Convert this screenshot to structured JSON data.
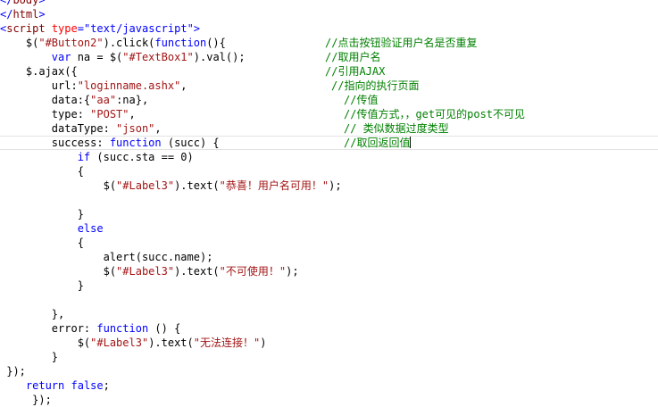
{
  "editor": {
    "lines": {
      "l0": {
        "p1": "</",
        "p2": "body",
        "p3": ">"
      },
      "l1": {
        "p1": "</",
        "p2": "html",
        "p3": ">"
      },
      "l2": {
        "p1": "<",
        "p2": "script",
        "p3": " ",
        "p4": "type",
        "p5": "=",
        "p6": "\"text/javascript\"",
        "p7": ">"
      },
      "l3": {
        "code1": "    $(",
        "str1": "\"#Button2\"",
        "code2": ").click(",
        "kw1": "function",
        "code3": "(){",
        "comment": "//点击按钮验证用户名是否重复"
      },
      "l4": {
        "code1": "        ",
        "kw1": "var",
        "code2": " na = $(",
        "str1": "\"#TextBox1\"",
        "code3": ").val();",
        "comment": "//取用户名"
      },
      "l5": {
        "code1": "    $.ajax({",
        "comment": "//引用AJAX"
      },
      "l6": {
        "code1": "        url:",
        "str1": "\"loginname.ashx\"",
        "code2": ",",
        "comment": "//指向的执行页面"
      },
      "l7": {
        "code1": "        data:{",
        "str1": "\"aa\"",
        "code2": ":na},",
        "comment": "//传值"
      },
      "l8": {
        "code1": "        type: ",
        "str1": "\"POST\"",
        "code2": ",",
        "comment": "//传值方式，，get可见的post不可见"
      },
      "l9": {
        "code1": "        dataType: ",
        "str1": "\"json\"",
        "code2": ",",
        "comment": "// 类似数据过度类型"
      },
      "l10": {
        "code1": "        success: ",
        "kw1": "function",
        "code2": " (succ) {",
        "comment": "//取回返回值"
      },
      "l11": {
        "code1": "            ",
        "kw1": "if",
        "code2": " (succ.sta == 0)"
      },
      "l12": {
        "code1": "            {"
      },
      "l13": {
        "code1": "                $(",
        "str1": "\"#Label3\"",
        "code2": ").text(",
        "str2": "\"恭喜！用户名可用！\"",
        "code3": ");"
      },
      "l15": {
        "code1": "            }"
      },
      "l16": {
        "code1": "            ",
        "kw1": "else"
      },
      "l17": {
        "code1": "            {"
      },
      "l18": {
        "code1": "                alert(succ.name);"
      },
      "l19": {
        "code1": "                $(",
        "str1": "\"#Label3\"",
        "code2": ").text(",
        "str2": "\"不可使用！\"",
        "code3": ");"
      },
      "l20": {
        "code1": "            }"
      },
      "l22": {
        "code1": "        },"
      },
      "l23": {
        "code1": "        error: ",
        "kw1": "function",
        "code2": " () {"
      },
      "l24": {
        "code1": "            $(",
        "str1": "\"#Label3\"",
        "code2": ").text(",
        "str2": "\"无法连接！\"",
        "code3": ")"
      },
      "l25": {
        "code1": "        }"
      },
      "l26": {
        "code1": " });"
      },
      "l27": {
        "code1": "    ",
        "kw1": "return",
        "code2": " ",
        "kw2": "false",
        "code3": ";"
      },
      "l28": {
        "code1": "     });"
      }
    }
  }
}
